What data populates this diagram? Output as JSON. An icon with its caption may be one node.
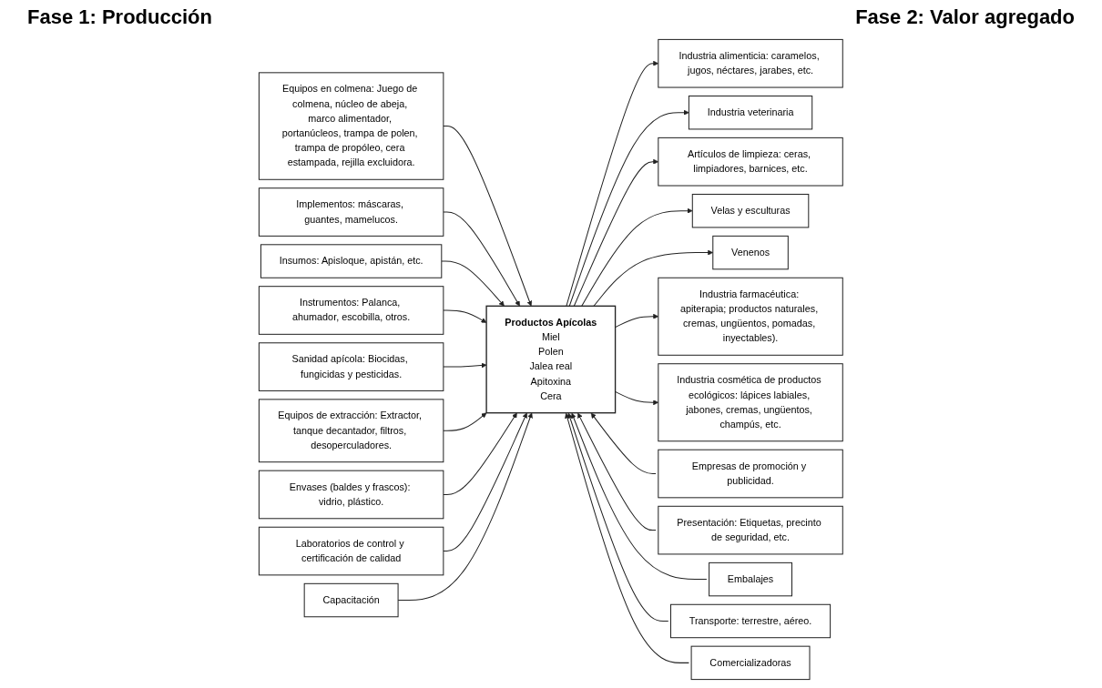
{
  "diagram": {
    "nodes": [
      {
        "text": [
          "Equipos en colmena: Juego de colmena, núcleo de abeja, marco alimentador, portanúcleos, trampa de polen, trampa de propóleo, cera estampada, rejilla excluidora."
        ]
      },
      {
        "text": [
          "Implementos: máscaras, guantes, mamelucos."
        ]
      },
      {
        "text": [
          "Insumos: Apisloque, apistán, etc."
        ]
      },
      {
        "text": [
          "Instrumentos: Palanca, ahumador, escobilla, otros."
        ]
      },
      {
        "text": [
          "Sanidad apícola: Biocidas, fungicidas y pesticidas."
        ]
      },
      {
        "text": [
          "Equipos de extracción: Extractor, tanque decantador, filtros, desoperculadores."
        ]
      },
      {
        "text": [
          "Envases (baldes y frascos): vidrio, plástico."
        ]
      },
      {
        "text": [
          "Laboratorios de control y certificación de calidad"
        ]
      },
      {
        "text": [
          "Productos Apícolas",
          "Miel",
          "Polen",
          "Jalea real",
          "Apitoxina",
          "Cera"
        ]
      },
      {
        "text": [
          "Capacitación"
        ]
      },
      {
        "text": [
          "Industria alimenticia: caramelos, jugos, néctares, jarabes, etc."
        ]
      },
      {
        "text": [
          "Artículos de limpieza: ceras, limpiadores, barnices, etc."
        ]
      },
      {
        "text": [
          "Industria veterinaria"
        ]
      },
      {
        "text": [
          "Velas y esculturas"
        ]
      },
      {
        "text": [
          "Venenos"
        ]
      },
      {
        "text": [
          "Industria farmacéutica: apiterapia; productos naturales, cremas, ungüentos, pomadas, inyectables)."
        ]
      },
      {
        "text": [
          "Industria cosmética de productos ecológicos: lápices labiales, jabones, cremas, ungüentos, champús, etc."
        ]
      },
      {
        "text": [
          "Empresas de promoción y publicidad."
        ]
      },
      {
        "text": [
          "Presentación: Etiquetas, precinto de seguridad, etc."
        ]
      },
      {
        "text": [
          "Embalajes"
        ]
      },
      {
        "text": [
          "Transporte: terrestre, aéreo."
        ]
      },
      {
        "text": [
          "Comercializadoras"
        ]
      }
    ],
    "edges": [
      {
        "from": 0,
        "to": 8,
        "arrow": "to"
      },
      {
        "from": 1,
        "to": 8,
        "arrow": "to"
      },
      {
        "from": 2,
        "to": 8,
        "arrow": "to"
      },
      {
        "from": 3,
        "to": 8,
        "arrow": "to"
      },
      {
        "from": 4,
        "to": 8,
        "arrow": "to"
      },
      {
        "from": 5,
        "to": 8,
        "arrow": "to"
      },
      {
        "from": 6,
        "to": 8,
        "arrow": "to"
      },
      {
        "from": 7,
        "to": 8,
        "arrow": "to"
      },
      {
        "from": 9,
        "to": 8,
        "arrow": "to"
      },
      {
        "from": 8,
        "to": 10,
        "arrow": "to"
      },
      {
        "from": 8,
        "to": 12,
        "arrow": "to"
      },
      {
        "from": 8,
        "to": 11,
        "arrow": "to"
      },
      {
        "from": 8,
        "to": 13,
        "arrow": "to"
      },
      {
        "from": 8,
        "to": 14,
        "arrow": "to"
      },
      {
        "from": 8,
        "to": 15,
        "arrow": "to"
      },
      {
        "from": 8,
        "to": 16,
        "arrow": "to"
      },
      {
        "from": 17,
        "to": 8,
        "arrow": "to"
      },
      {
        "from": 18,
        "to": 8,
        "arrow": "to"
      },
      {
        "from": 19,
        "to": 8,
        "arrow": "to"
      },
      {
        "from": 20,
        "to": 8,
        "arrow": "to"
      },
      {
        "from": 21,
        "to": 8,
        "arrow": "to"
      }
    ],
    "labels": [
      "Fase 1: Producción",
      "Fase 2: Valor agregado"
    ]
  }
}
